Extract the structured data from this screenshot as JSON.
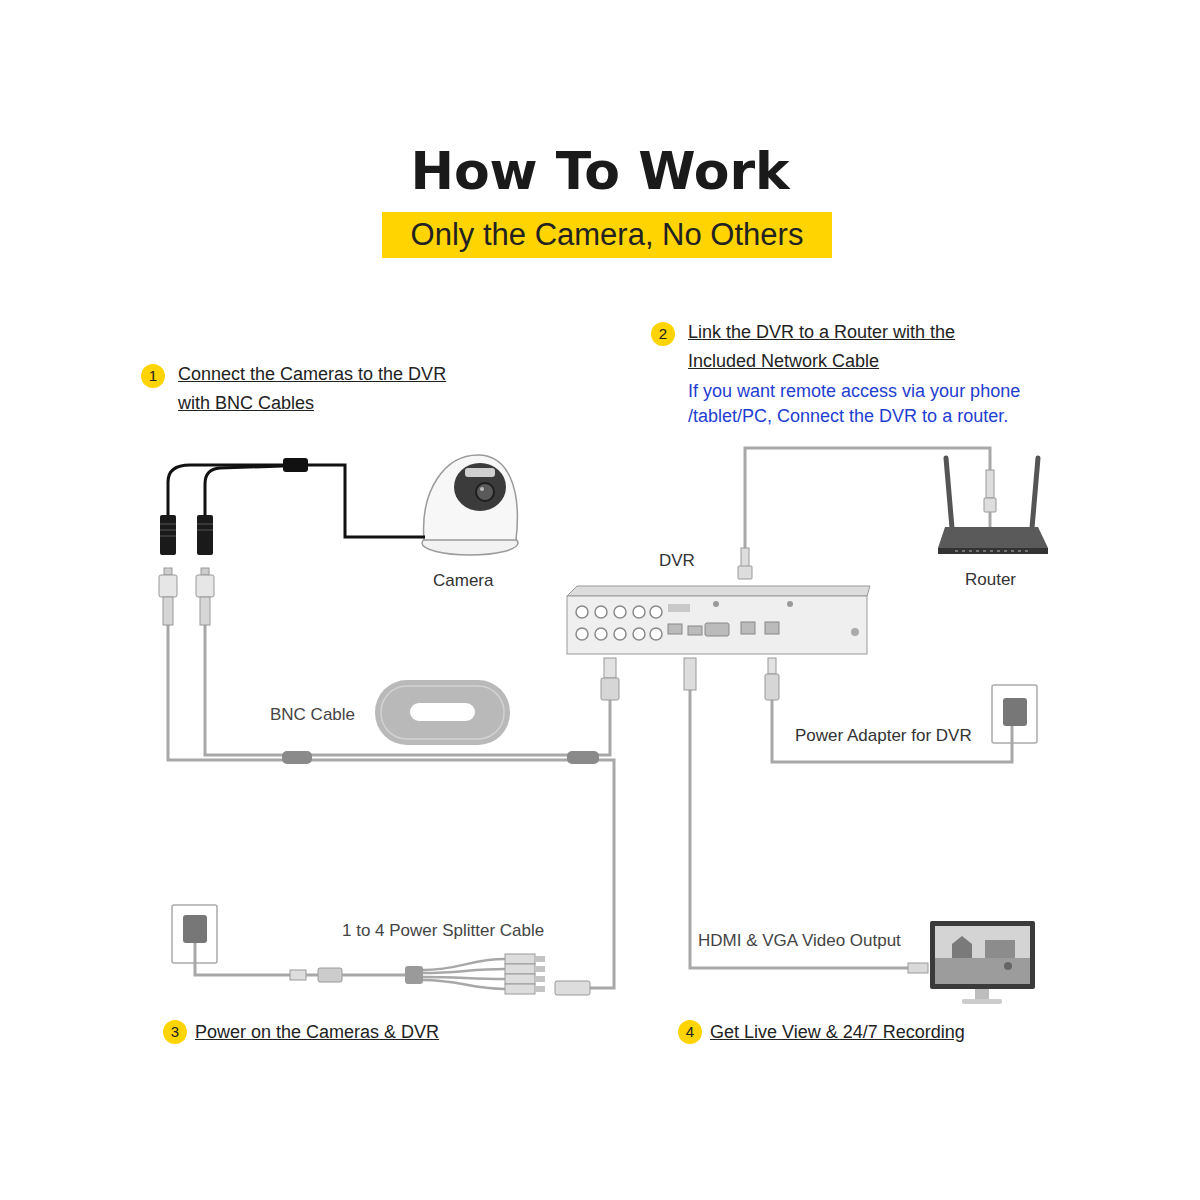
{
  "diagram": {
    "title": "How To Work",
    "nodes": [
      {
        "text": [
          "Only the Camera, No Others"
        ]
      },
      {
        "text": [
          "Camera"
        ]
      },
      {
        "text": [
          "DVR"
        ]
      },
      {
        "text": [
          "Router"
        ]
      },
      {
        "text": [
          "Power Adapter for DVR"
        ]
      }
    ],
    "edges": [
      {
        "from": 1,
        "to": 2,
        "label": "BNC Cable",
        "arrow": "none"
      },
      {
        "from": 2,
        "to": 3,
        "arrow": "none"
      },
      {
        "from": 4,
        "to": 2,
        "arrow": "none"
      }
    ],
    "labels": [
      "1",
      "Connect the Cameras to the DVR with BNC Cables",
      "2",
      "Link the DVR to a Router with the Included Network Cable",
      "If you want remote access via your phone /tablet/PC, Connect the DVR to a router.",
      "3",
      "Power on the Cameras & DVR",
      "4",
      "Get Live View & 24/7 Recording",
      "1 to 4 Power Splitter Cable",
      "HDMI & VGA Video Output"
    ]
  }
}
